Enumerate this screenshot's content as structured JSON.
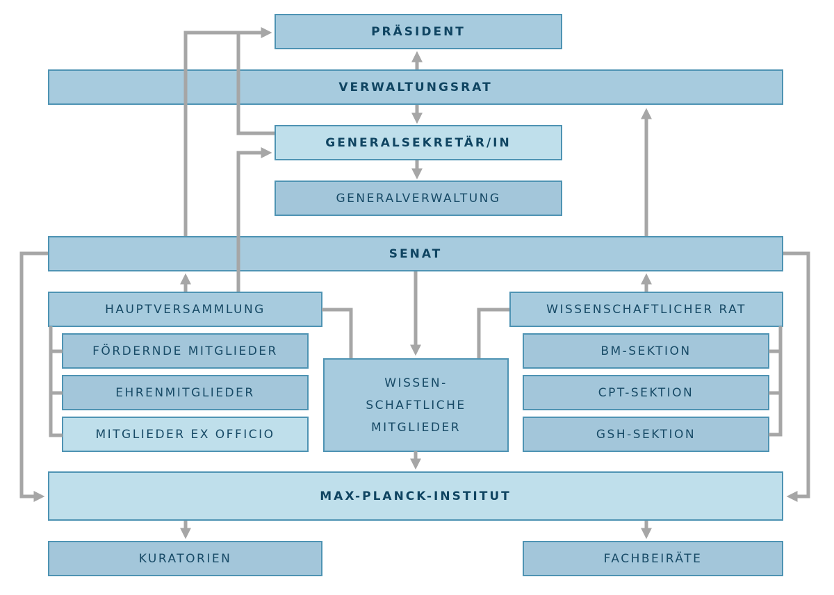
{
  "diagram": {
    "colors": {
      "box_mid": "#a7cbde",
      "box_light": "#bfdfeb",
      "border": "#4e93b3",
      "text": "#174a66",
      "connector": "#a6a6a6"
    },
    "nodes": {
      "praesident": "PRÄSIDENT",
      "verwaltungsrat": "VERWALTUNGSRAT",
      "generalsekretaer": "GENERALSEKRETÄR/IN",
      "generalverwaltung": "GENERALVERWALTUNG",
      "senat": "SENAT",
      "hauptversammlung": "HAUPTVERSAMMLUNG",
      "foerdernde_mitglieder": "FÖRDERNDE MITGLIEDER",
      "ehrenmitglieder": "EHRENMITGLIEDER",
      "mitglieder_ex_officio": "MITGLIEDER EX OFFICIO",
      "wissenschaftliche_mitglieder": [
        "WISSEN-",
        "SCHAFTLICHE",
        "MITGLIEDER"
      ],
      "wissenschaftlicher_rat": "WISSENSCHAFTLICHER RAT",
      "bm_sektion": "BM-SEKTION",
      "cpt_sektion": "CPT-SEKTION",
      "gsh_sektion": "GSH-SEKTION",
      "max_planck_institut": "MAX-PLANCK-INSTITUT",
      "kuratorien": "KURATORIEN",
      "fachbeiraete": "FACHBEIRÄTE"
    },
    "edges": [
      {
        "from": "verwaltungsrat",
        "to": "praesident"
      },
      {
        "from": "verwaltungsrat",
        "to": "generalsekretaer"
      },
      {
        "from": "generalsekretaer",
        "to": "generalverwaltung"
      },
      {
        "from": "senat",
        "to": "praesident"
      },
      {
        "from": "generalsekretaer",
        "to": "praesident"
      },
      {
        "from": "hauptversammlung",
        "to": "generalsekretaer"
      },
      {
        "from": "senat",
        "to": "verwaltungsrat"
      },
      {
        "from": "hauptversammlung",
        "to": "senat"
      },
      {
        "from": "wissenschaftlicher_rat",
        "to": "senat"
      },
      {
        "from": "senat",
        "to": "wissenschaftliche_mitglieder"
      },
      {
        "from": "hauptversammlung",
        "to": "wissenschaftliche_mitglieder"
      },
      {
        "from": "wissenschaftlicher_rat",
        "to": "wissenschaftliche_mitglieder"
      },
      {
        "from": "wissenschaftliche_mitglieder",
        "to": "max_planck_institut"
      },
      {
        "from": "senat",
        "to": "max_planck_institut"
      },
      {
        "from": "max_planck_institut",
        "to": "kuratorien"
      },
      {
        "from": "max_planck_institut",
        "to": "fachbeiraete"
      }
    ]
  }
}
